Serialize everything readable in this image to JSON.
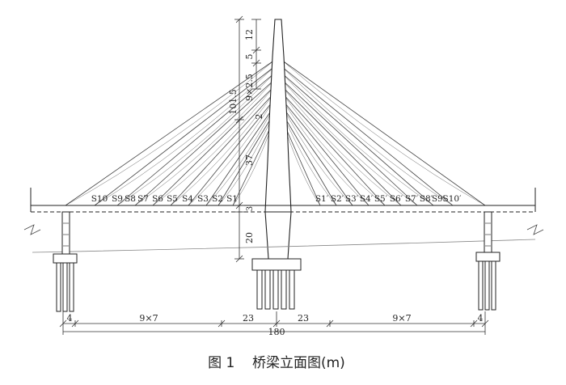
{
  "caption": "图 1    桥梁立面图(m)",
  "cables_left": [
    "S10",
    "S9",
    "S8",
    "S7",
    "S6",
    "S5",
    "S4",
    "S3",
    "S2",
    "S1"
  ],
  "cables_right": [
    "S1′",
    "S2′",
    "S3′",
    "S4′",
    "S5′",
    "S6′",
    "S7′",
    "S8′",
    "S9′",
    "S10′"
  ],
  "tower_dims": {
    "total": "101.5",
    "top": "12",
    "seg5": "5",
    "anchor": "9×2.5",
    "gap": "2",
    "upper": "37",
    "deck": "3",
    "lower": "20"
  },
  "span_dims": {
    "left_end": "4",
    "left_cable": "9×7",
    "left_mid": "23",
    "right_mid": "23",
    "right_cable": "9×7",
    "right_end": "4",
    "total": "180"
  }
}
